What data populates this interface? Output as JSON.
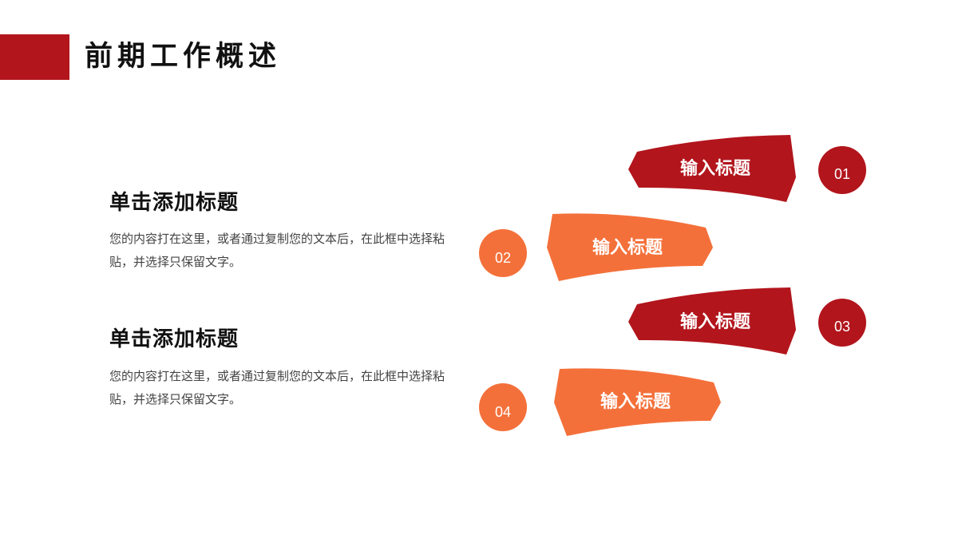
{
  "header": {
    "title": "前期工作概述",
    "accent_color": "#B2151C"
  },
  "blocks": [
    {
      "title": "单击添加标题",
      "text": "您的内容打在这里，或者通过复制您的文本后，在此框中选择粘贴，并选择只保留文字。"
    },
    {
      "title": "单击添加标题",
      "text": "您的内容打在这里，或者通过复制您的文本后，在此框中选择粘贴，并选择只保留文字。"
    }
  ],
  "steps": [
    {
      "number": "01",
      "label": "输入标题",
      "color": "#B2151C"
    },
    {
      "number": "02",
      "label": "输入标题",
      "color": "#F4703A"
    },
    {
      "number": "03",
      "label": "输入标题",
      "color": "#B2151C"
    },
    {
      "number": "04",
      "label": "输入标题",
      "color": "#F4703A"
    }
  ],
  "colors": {
    "red": "#B2151C",
    "orange": "#F4703A"
  }
}
